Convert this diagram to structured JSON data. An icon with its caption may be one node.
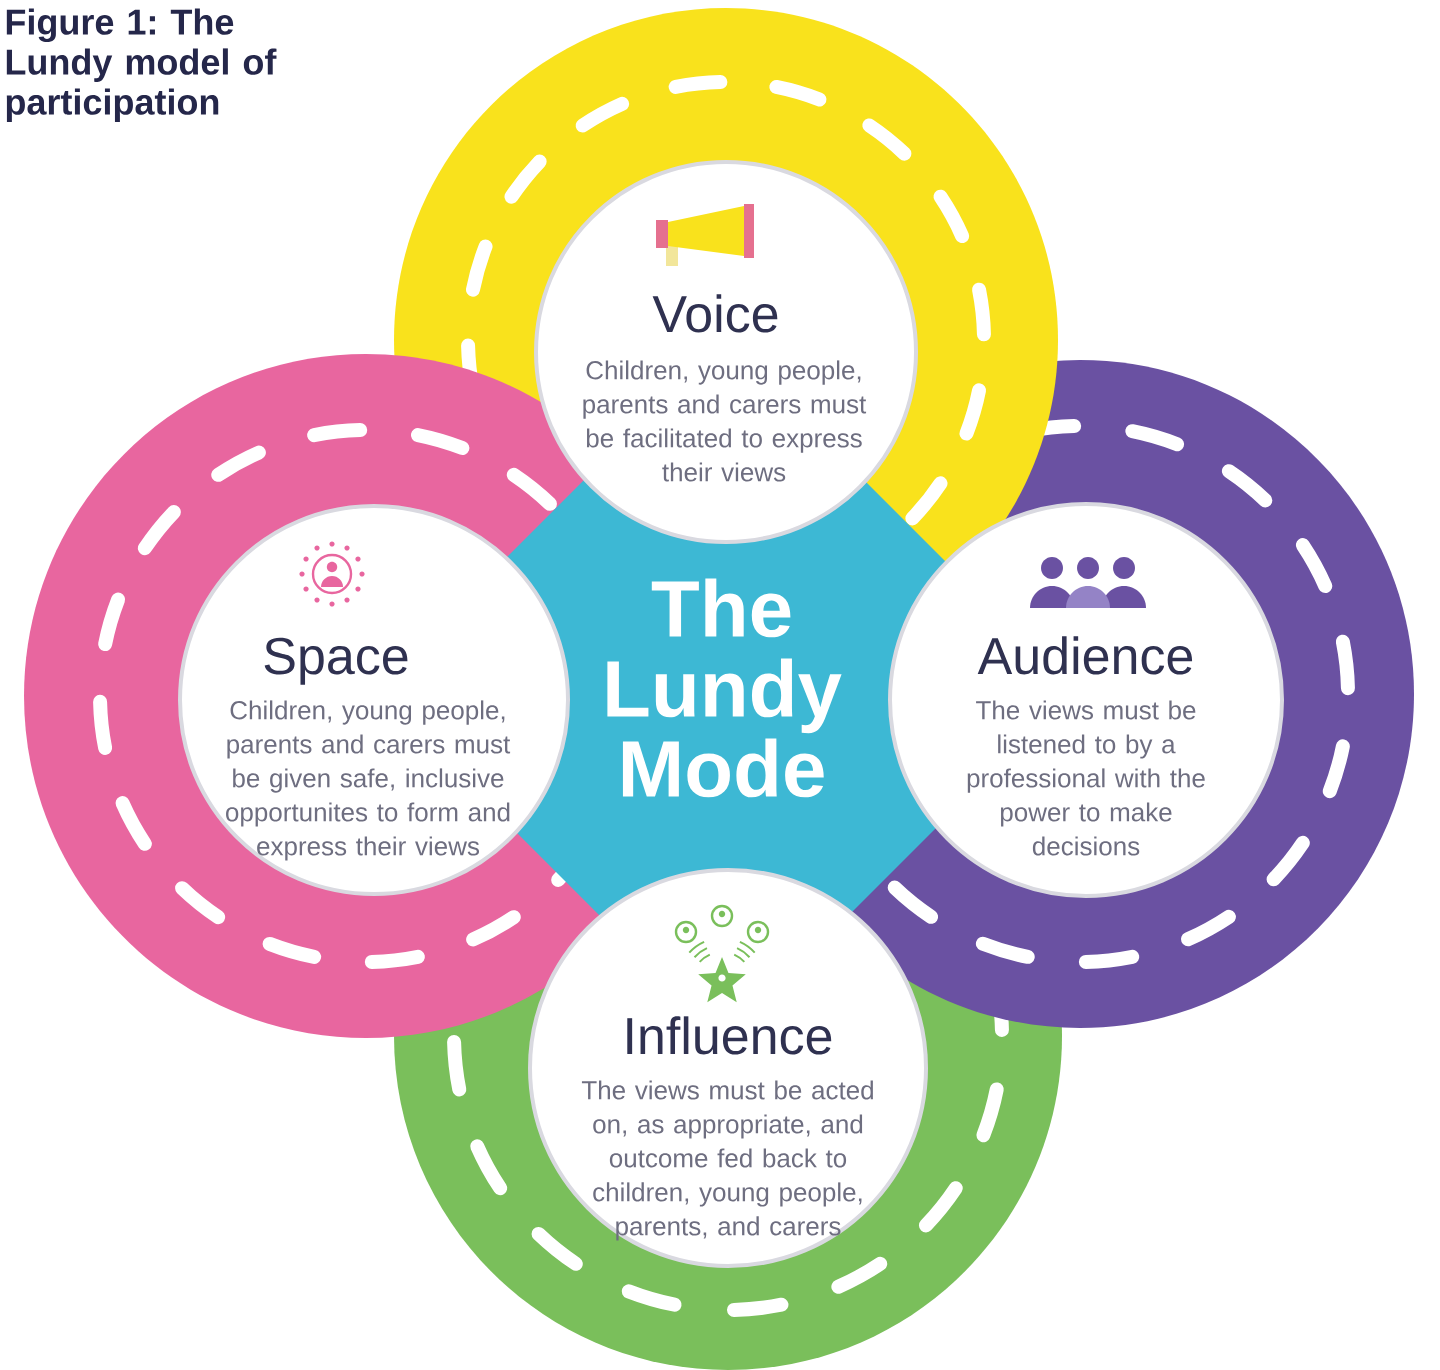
{
  "diagram": {
    "title": "Figure 1: The Lundy model of participation",
    "nodes": [
      {
        "text": [
          "Voice",
          "Children, young people, parents and carers must be facilitated to express their views"
        ]
      },
      {
        "text": [
          "Space",
          "Children, young people, parents and carers must be given safe, inclusive opportunites to form and express their views"
        ]
      },
      {
        "text": [
          "The Lundy Mode"
        ]
      },
      {
        "text": [
          "Audience",
          "The views must be listened to by a professional with the power to make decisions"
        ]
      },
      {
        "text": [
          "Influence",
          "The views must be acted on, as appropriate, and outcome fed back to children, young people, parents, and carers"
        ]
      }
    ]
  }
}
